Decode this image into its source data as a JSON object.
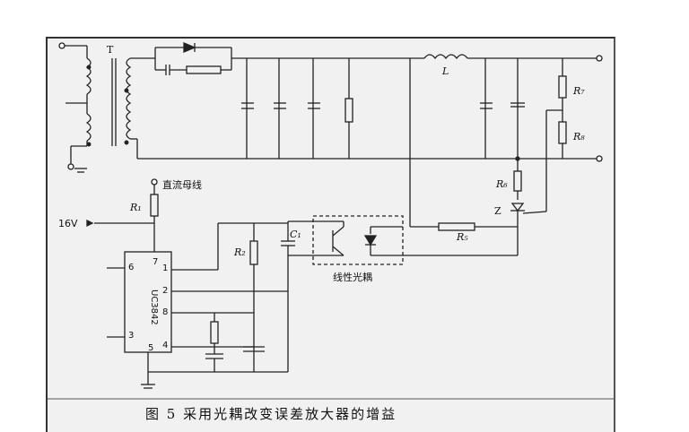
{
  "labels": {
    "transformer": "T",
    "inductor": "L",
    "r7": "R₇",
    "r8": "R₈",
    "r6": "R₆",
    "r5": "R₅",
    "r1": "R₁",
    "r2": "R₂",
    "c1": "C₁",
    "zener": "Z",
    "dc_bus": "直流母线",
    "v16": "16V",
    "optocoupler": "线性光耦",
    "chip": "UC3842",
    "pins": [
      "7",
      "6",
      "3",
      "5",
      "4",
      "1",
      "2",
      "8"
    ]
  },
  "caption": "图 5    采用光耦改变误差放大器的增益"
}
